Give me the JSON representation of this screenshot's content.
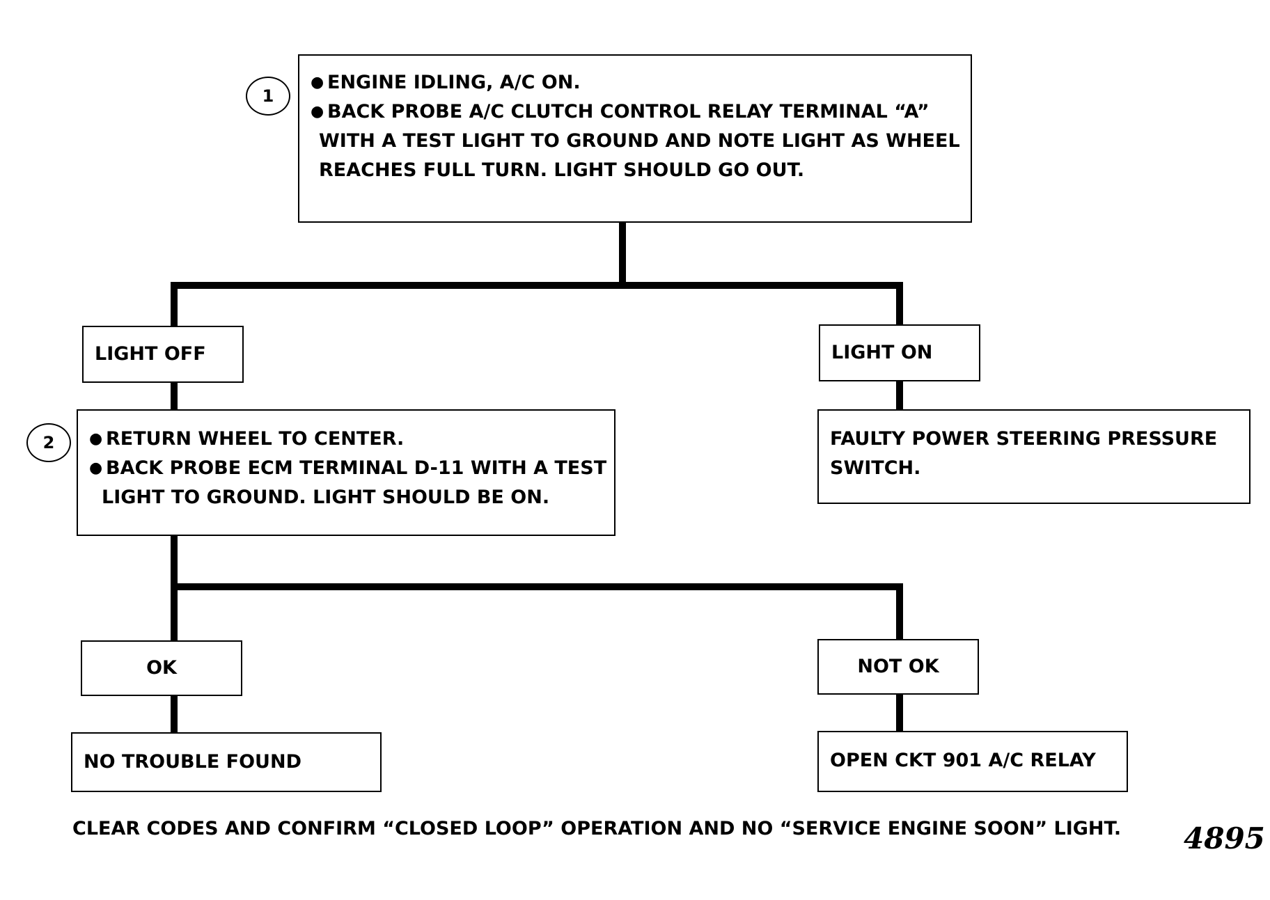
{
  "step1": {
    "number": "1",
    "bullets": [
      "ENGINE IDLING, A/C ON.",
      "BACK PROBE A/C CLUTCH CONTROL RELAY TERMINAL “A”"
    ],
    "continuation": [
      "WITH A TEST LIGHT TO GROUND AND NOTE LIGHT AS WHEEL",
      "REACHES FULL TURN. LIGHT SHOULD GO OUT."
    ]
  },
  "branch1": {
    "left_label": "LIGHT OFF",
    "right_label": "LIGHT ON",
    "right_result": [
      "FAULTY POWER STEERING PRESSURE",
      "SWITCH."
    ]
  },
  "step2": {
    "number": "2",
    "bullets": [
      "RETURN WHEEL TO CENTER.",
      "BACK PROBE ECM TERMINAL D-11 WITH A TEST"
    ],
    "continuation": [
      "LIGHT TO GROUND. LIGHT SHOULD BE ON."
    ]
  },
  "branch2": {
    "left_label": "OK",
    "right_label": "NOT OK",
    "left_result": "NO TROUBLE FOUND",
    "right_result": "OPEN CKT 901 A/C RELAY"
  },
  "footer": "CLEAR CODES AND CONFIRM  “CLOSED LOOP” OPERATION AND NO “SERVICE ENGINE SOON” LIGHT.",
  "figure_number": "4895",
  "colors": {
    "line": "#000000",
    "background": "#ffffff"
  }
}
